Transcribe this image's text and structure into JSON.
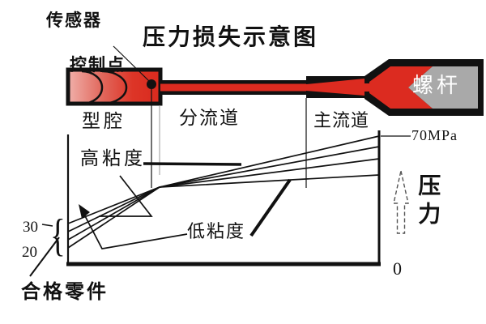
{
  "title": "压力损失示意图",
  "machine": {
    "sensor_label_line1": "传感器",
    "sensor_label_line2": "控制点",
    "cavity_label": "型腔",
    "runner_label": "分流道",
    "sprue_label": "主流道",
    "screw_label": "螺杆",
    "colors": {
      "melt_red": "#dc2b20",
      "cavity_light_red": "#f0b0aa",
      "screw_gray": "#a9a9a9",
      "outline_black": "#111111"
    }
  },
  "graph": {
    "max_pressure_label": "70MPa",
    "pressure_axis_label": "压力",
    "origin_label": "0",
    "high_viscosity_label": "高粘度",
    "low_viscosity_label": "低粘度",
    "tick_upper": "30",
    "tick_lower": "20",
    "brace_glyph": "{",
    "qualified_parts_label": "合格零件",
    "curves": {
      "count": 4,
      "description": "pressure along flow path; lines cross at sensor point, spread between 20-30 at cavity axis and up to 70MPa at screw side"
    }
  }
}
